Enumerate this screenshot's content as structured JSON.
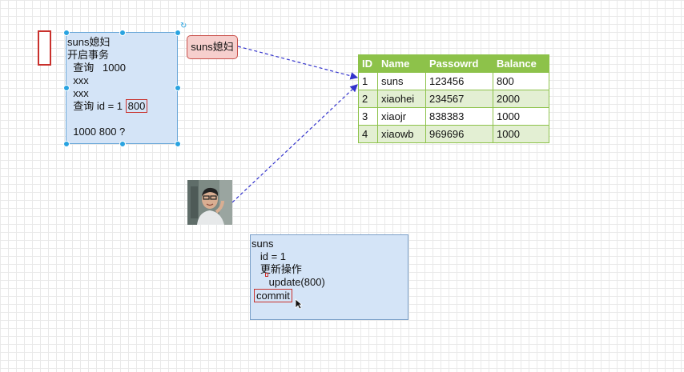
{
  "note_top": {
    "lines": [
      "suns媳妇",
      "开启事务",
      "  查询   1000",
      "  xxx",
      "  xxx"
    ],
    "query_line_prefix": "  查询 id = 1 ",
    "query_result": "800",
    "blank": "",
    "summary": "  1000 800 ?"
  },
  "label": {
    "text": "suns媳妇"
  },
  "table": {
    "columns": [
      "ID",
      "Name",
      "Passowrd",
      "Balance"
    ],
    "rows": [
      [
        "1",
        "suns",
        "123456",
        "800"
      ],
      [
        "2",
        "xiaohei",
        "234567",
        "2000"
      ],
      [
        "3",
        "xiaojr",
        "838383",
        "1000"
      ],
      [
        "4",
        "xiaowb",
        "969696",
        "1000"
      ]
    ]
  },
  "note_bottom": {
    "lines": [
      "suns",
      "   id = 1",
      "   更新操作",
      "      update(800)"
    ],
    "commit": "commit"
  },
  "colors": {
    "note_fill": "#d4e4f7",
    "table_header": "#8dc24a",
    "table_stripe": "#e3efd3",
    "label_fill": "#f6cfcd",
    "highlight_red": "#c9302c",
    "arrow": "#3333cc"
  },
  "icons": {
    "rotate": "rotate-icon",
    "cursor": "mouse-pointer-icon"
  }
}
